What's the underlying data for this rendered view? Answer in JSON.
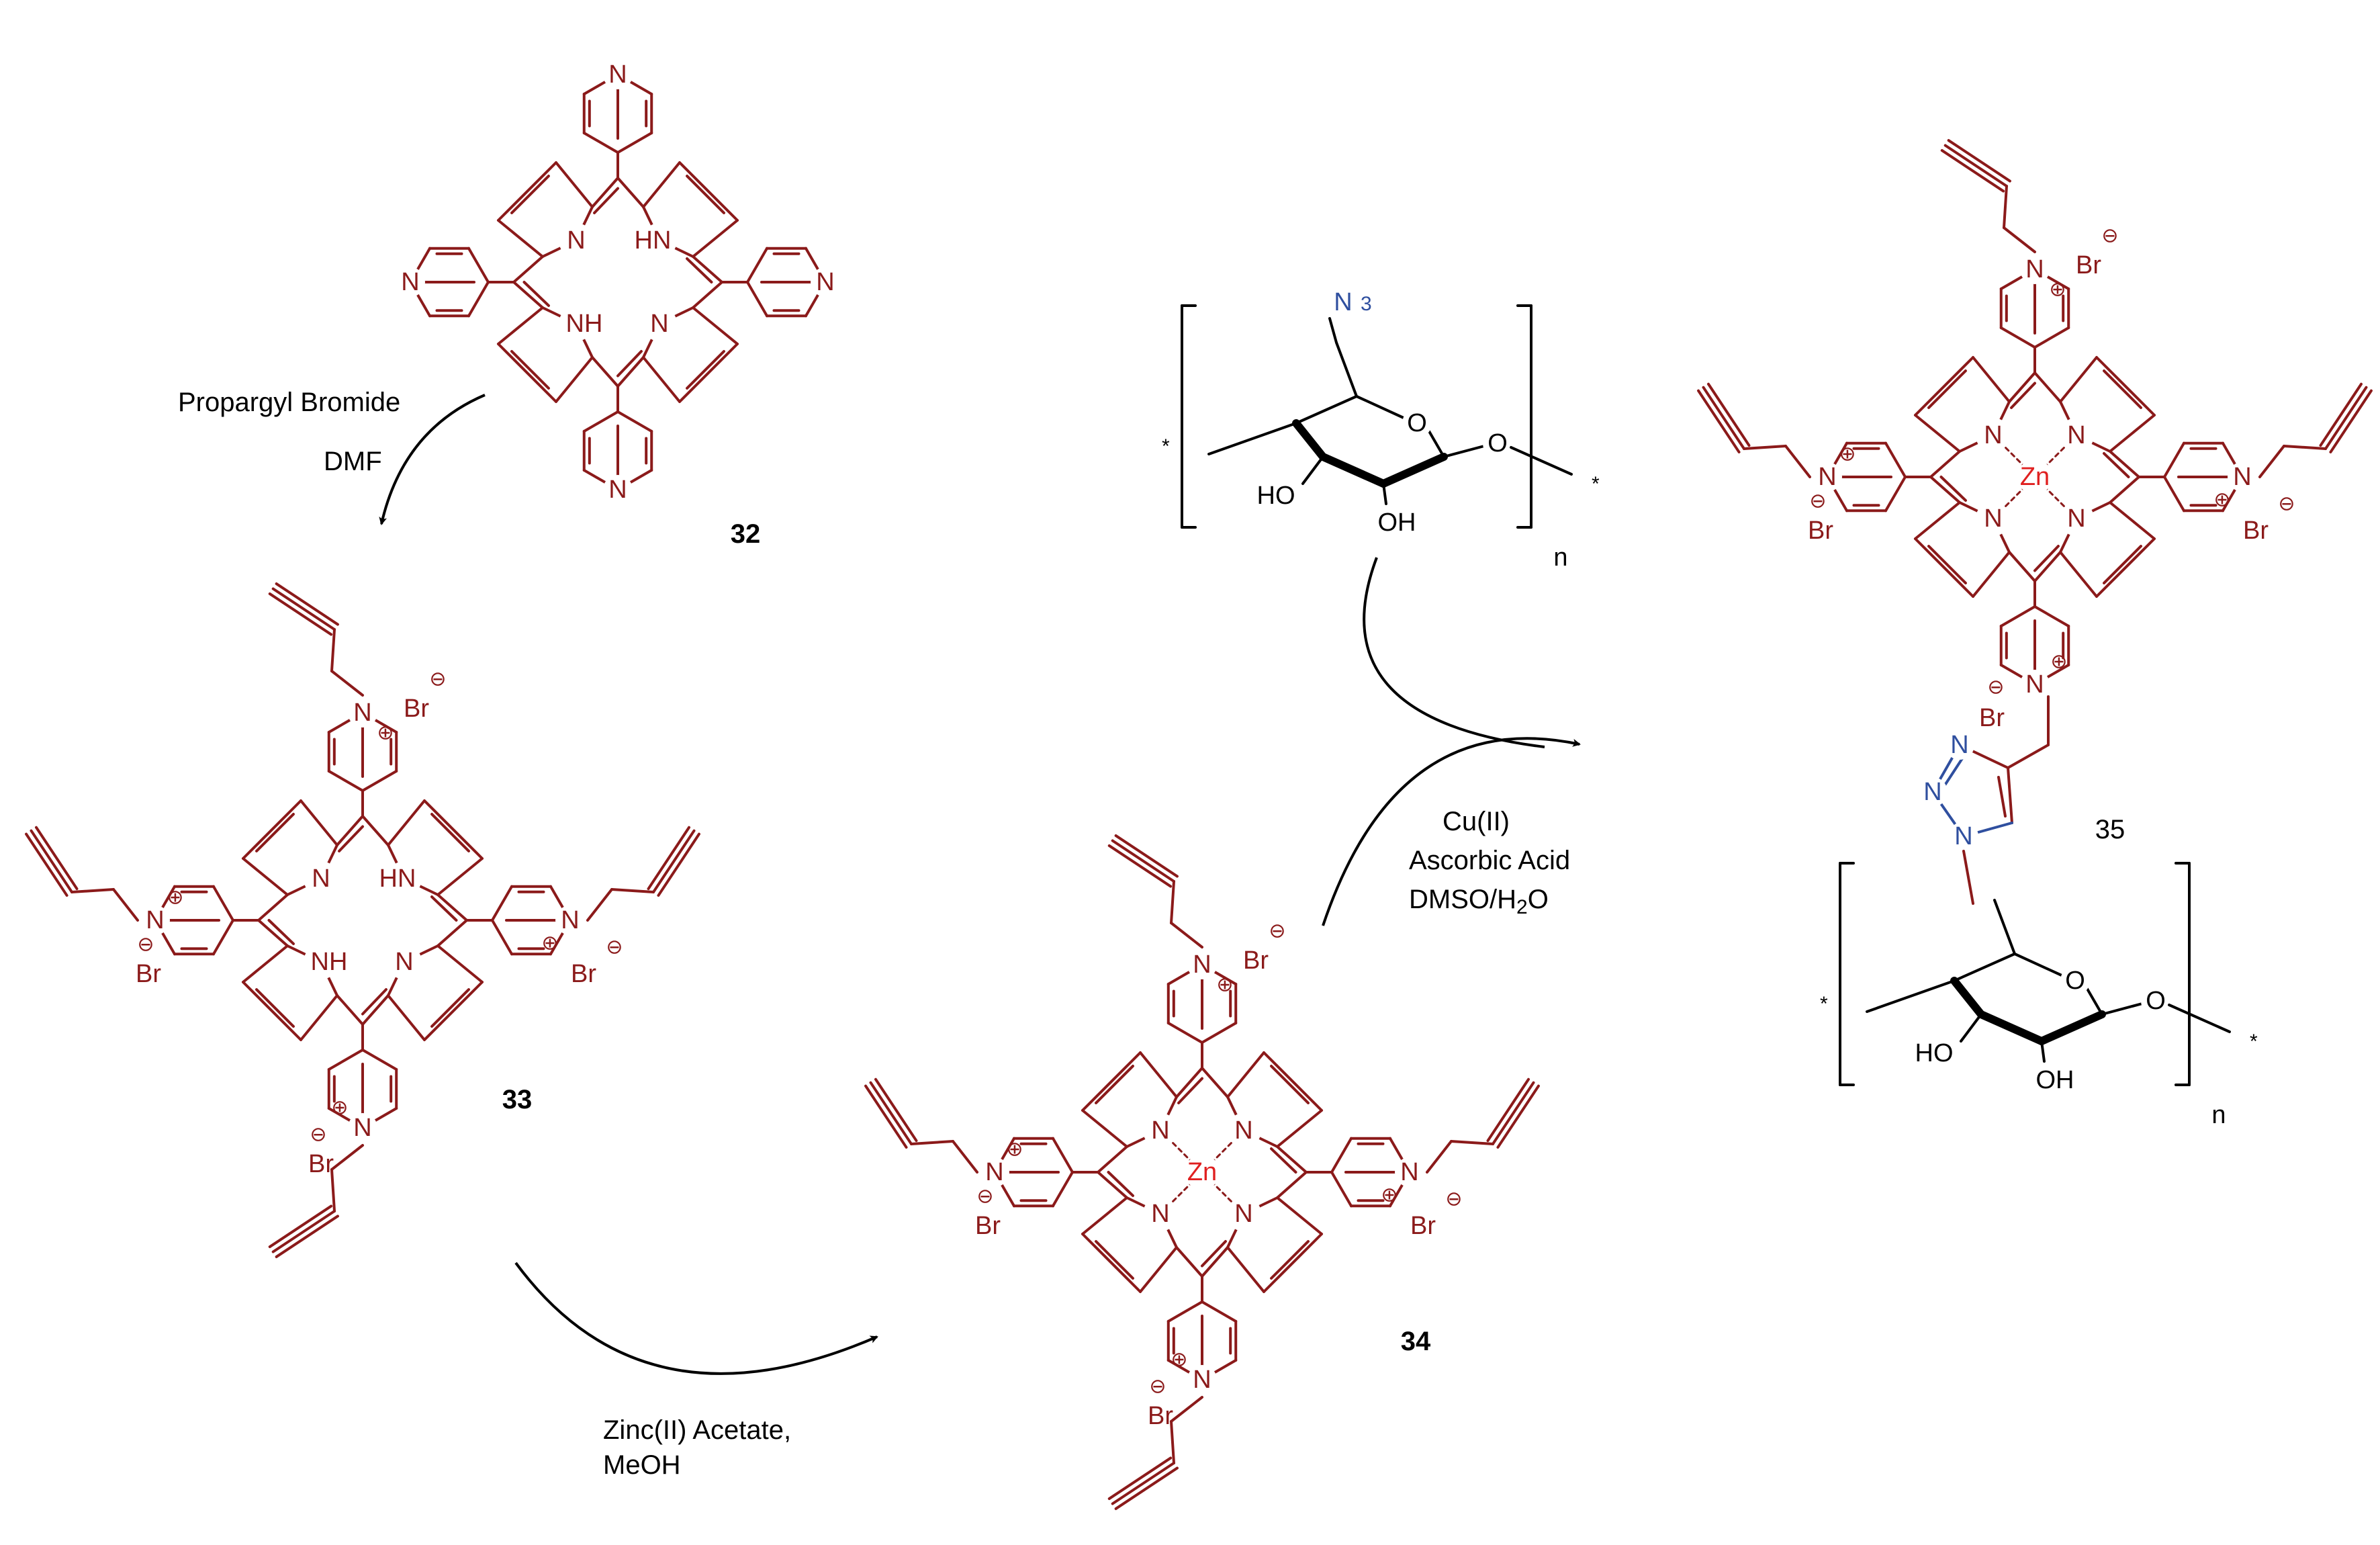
{
  "colors": {
    "porphyrin": "#8B1A1A",
    "azide": "#2F4F9F",
    "polymer": "#000000",
    "zinc": "#E02020",
    "arrow": "#000000"
  },
  "compounds": {
    "c32": {
      "label": "32"
    },
    "c33": {
      "label": "33"
    },
    "c34": {
      "label": "34"
    },
    "c35": {
      "label": "35"
    },
    "cellulose": {
      "repeat": "n",
      "end_mark": "*"
    }
  },
  "atoms": {
    "N": "N",
    "HN": "HN",
    "NH": "NH",
    "Zn": "Zn",
    "Br": "Br",
    "O": "O",
    "HO": "HO",
    "OH": "OH",
    "N3": "N",
    "N3_sub": "3",
    "plus": "⊕",
    "minus": "⊖"
  },
  "reactions": {
    "step1": {
      "reagent": "Propargyl Bromide",
      "solvent": "DMF"
    },
    "step2": {
      "reagent": "Zinc(II) Acetate,",
      "solvent": "MeOH"
    },
    "step3": {
      "catalyst": "Cu(II)",
      "reagent": "Ascorbic Acid",
      "solvent": "DMSO/H",
      "solvent_sub": "2",
      "solvent_end": "O"
    }
  }
}
